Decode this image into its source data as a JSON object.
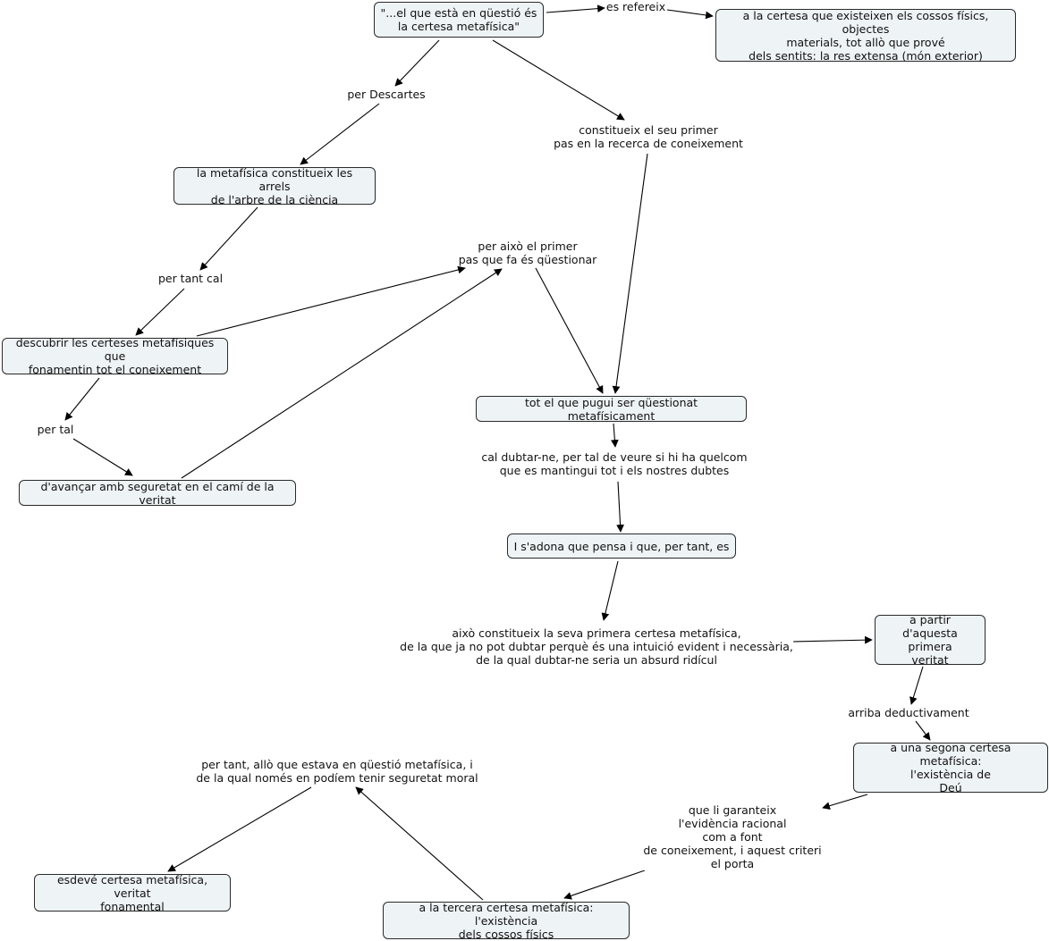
{
  "concepts": {
    "c1": "\"...el que està en qüestió és\nla certesa metafísica\"",
    "c2": "a la certesa que existeixen els cossos físics, objectes\nmaterials, tot allò que prové\ndels sentits: la res extensa (món exterior)",
    "c3": "la metafísica constitueix les arrels\nde l'arbre de la ciència",
    "c4": "descubrir les certeses metafísiques que\nfonamentin tot el coneixement",
    "c5": "d'avançar amb seguretat en el camí de la veritat",
    "c6": "tot el que pugui ser qüestionat metafísicament",
    "c7": "I s'adona que pensa i que, per tant, es",
    "c8": "a partir d'aquesta\nprimera\nveritat",
    "c9": "a una segona certesa metafísica:\nl'existència de\nDeú",
    "c10": "a la tercera certesa metafísica: l'existència\ndels cossos físics",
    "c11": "esdevé certesa metafísica, veritat\nfonamental"
  },
  "links": {
    "l1": "es refereix",
    "l2": "per Descartes",
    "l3": "constitueix el seu primer\npas en la recerca de coneixement",
    "l4": "per tant cal",
    "l5": "per això  el primer\npas que fa és qüestionar",
    "l6": "per tal",
    "l7": "cal dubtar-ne, per tal de veure si hi ha quelcom\nque es mantingui tot i els nostres dubtes",
    "l8": "això constitueix la seva primera certesa metafísica,\nde la que ja no pot dubtar perquè és una intuició evident i necessària,\nde la qual dubtar-ne seria un absurd ridícul",
    "l9": "arriba deductivament",
    "l10": "que li garanteix\nl'evidència racional\ncom a font\nde coneixement, i aquest criteri\nel porta",
    "l11": "per tant, allò que estava en qüestió metafísica, i\nde la qual només en podíem tenir seguretat moral"
  },
  "colors": {
    "node_fill": "#eef3f6",
    "node_border": "#2a2a2a",
    "edge": "#000000"
  }
}
